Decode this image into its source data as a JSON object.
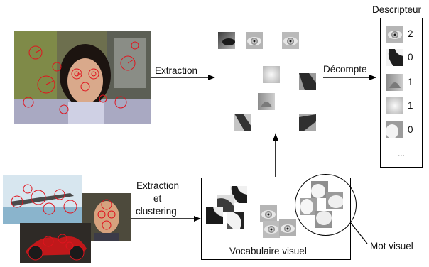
{
  "labels": {
    "extraction": "Extraction",
    "decompte": "Décompte",
    "extraction_clustering": [
      "Extraction",
      "et",
      "clustering"
    ],
    "descripteur": "Descripteur",
    "vocabulaire": "Vocabulaire visuel",
    "mot_visuel": "Mot visuel"
  },
  "descriptor": {
    "counts": [
      "2",
      "0",
      "1",
      "1",
      "0"
    ],
    "ellipsis": "..."
  },
  "colors": {
    "keypoints": "#e0141e",
    "box_border": "#000000",
    "background": "#ffffff"
  },
  "icons": [
    "right-arrow-icon",
    "up-arrow-icon"
  ]
}
